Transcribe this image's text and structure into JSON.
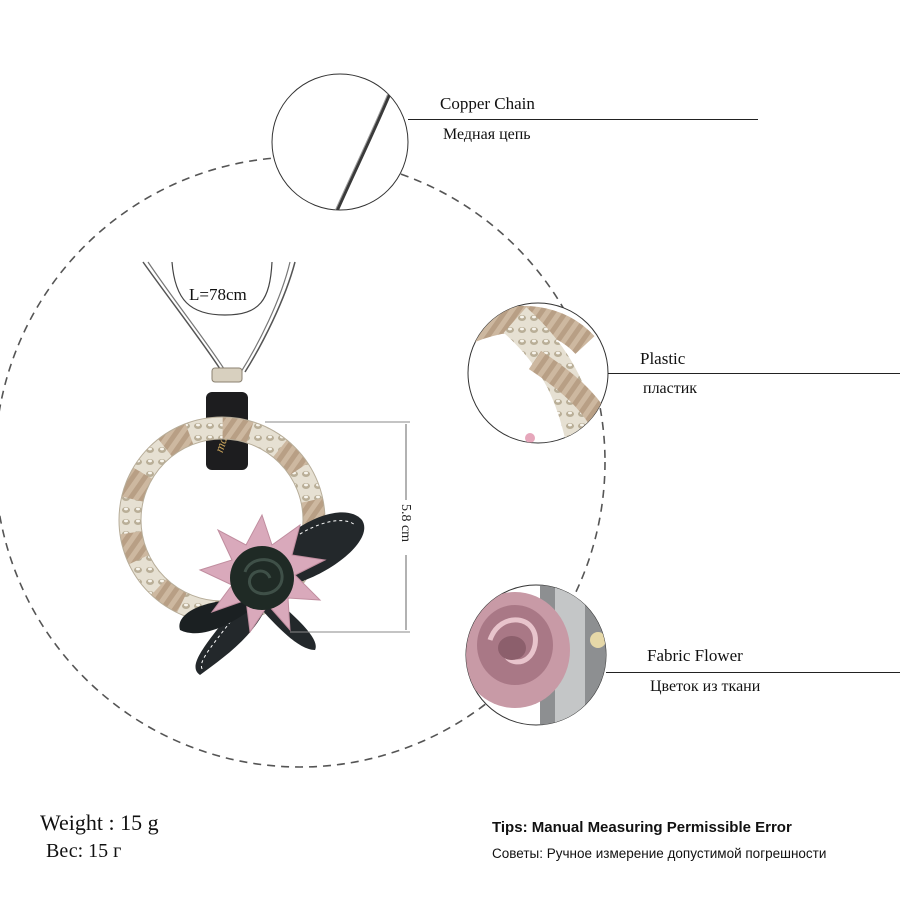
{
  "callouts": [
    {
      "label_en": "Copper Chain",
      "label_ru": "Медная цепь"
    },
    {
      "label_en": "Plastic",
      "label_ru": "пластик"
    },
    {
      "label_en": "Fabric Flower",
      "label_ru": "Цветок из ткани"
    }
  ],
  "chain_length": "L=78cm",
  "pendant_size": "5.8 cm",
  "weight_en": "Weight : 15 g",
  "weight_ru": "Вес: 15 г",
  "tips_en": "Tips: Manual Measuring Permissible Error",
  "tips_ru": "Советы: Ручное измерение допустимой погрешности",
  "colors": {
    "rope": "#c9b49a",
    "metal": "#d9d2c2",
    "ribbon": "#23282b",
    "lace": "#d9a9bb",
    "rose_dark": "#1f2a25",
    "rose_pink": "#b98593"
  }
}
